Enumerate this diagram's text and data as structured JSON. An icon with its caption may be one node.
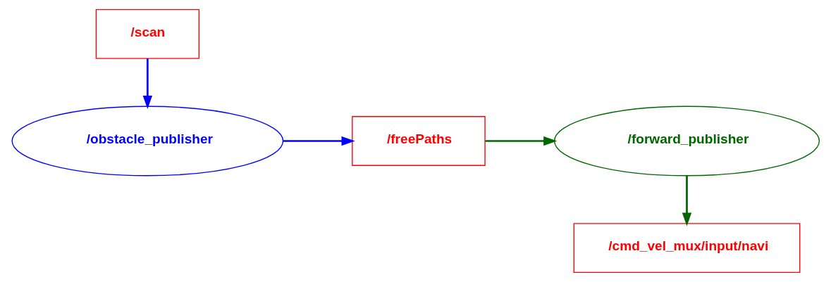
{
  "diagram": {
    "nodes": [
      {
        "text": [
          "/scan"
        ]
      },
      {
        "text": [
          "/obstacle_publisher"
        ]
      },
      {
        "text": [
          "/freePaths"
        ]
      },
      {
        "text": [
          "/forward_publisher"
        ]
      },
      {
        "text": [
          "/cmd_vel_mux/input/navi"
        ]
      }
    ],
    "edges": [
      {
        "from": 0,
        "to": 1,
        "arrow": "to",
        "color": "#0000ff"
      },
      {
        "from": 1,
        "to": 2,
        "arrow": "to",
        "color": "#0000ff"
      },
      {
        "from": 2,
        "to": 3,
        "arrow": "to",
        "color": "#006600"
      },
      {
        "from": 3,
        "to": 4,
        "arrow": "to",
        "color": "#006600"
      }
    ]
  }
}
